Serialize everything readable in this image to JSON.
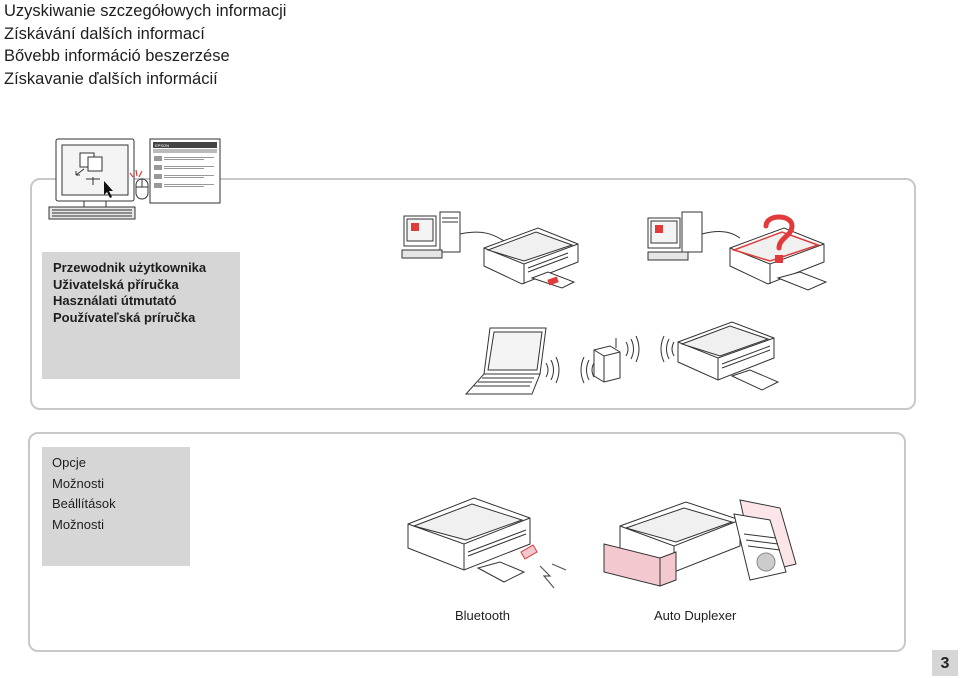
{
  "titles": [
    "Uzyskiwanie szczegółowych informacji",
    "Získávání dalších informací",
    "Bővebb információ beszerzése",
    "Získavanie ďalších informácií"
  ],
  "manual_names": [
    "Przewodnik użytkownika",
    "Uživatelská příručka",
    "Használati útmutató",
    "Používateľská príručka"
  ],
  "options_names": [
    "Opcje",
    "Možnosti",
    "Beállítások",
    "Možnosti"
  ],
  "captions": {
    "bluetooth": "Bluetooth",
    "duplexer": "Auto Duplexer"
  },
  "doc_logo": "EPSON",
  "page_number": "3",
  "colors": {
    "panel_fill": "#d6d6d6",
    "panel_border": "#c8c8c8",
    "highlight_red": "#e03a3a",
    "duplexer_pink": "#f3c9cf"
  },
  "icons": [
    "computer-icon",
    "user-guide-document-icon",
    "printer-icon",
    "laptop-icon",
    "wireless-router-icon",
    "question-mark-icon",
    "bluetooth-signal-icon",
    "duplexer-icon"
  ]
}
